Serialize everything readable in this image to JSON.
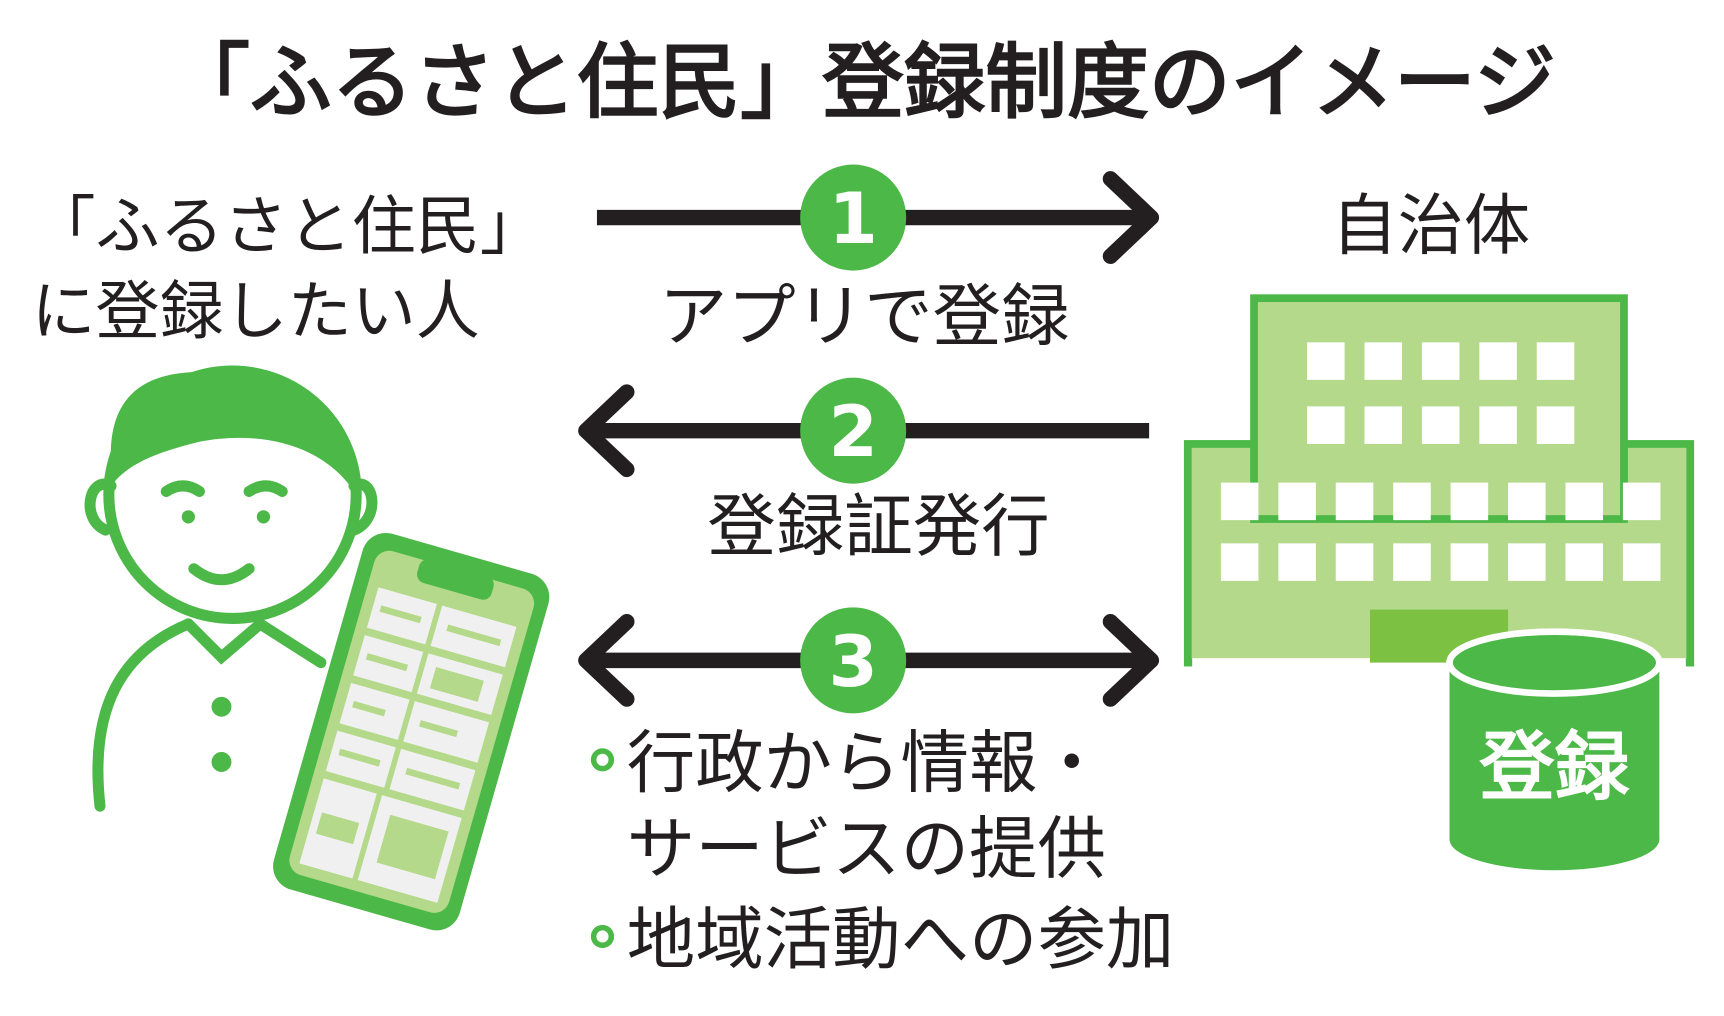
{
  "title": "「ふるさと住民」登録制度のイメージ",
  "person_label": [
    "「ふるさと住民」",
    "に登録したい人"
  ],
  "municipality_label": "自治体",
  "steps": [
    {
      "number": "1",
      "label": "アプリで登録",
      "direction": "right"
    },
    {
      "number": "2",
      "label": "登録証発行",
      "direction": "left"
    },
    {
      "number": "3",
      "direction": "both",
      "bullets": [
        [
          "行政から情報・",
          "サービスの提供"
        ],
        [
          "地域活動への参加"
        ]
      ]
    }
  ],
  "database_label": "登録",
  "colors": {
    "green": "#4cb848",
    "light_green": "#b5d98a",
    "text": "#231f20",
    "door": "#7dc142"
  }
}
